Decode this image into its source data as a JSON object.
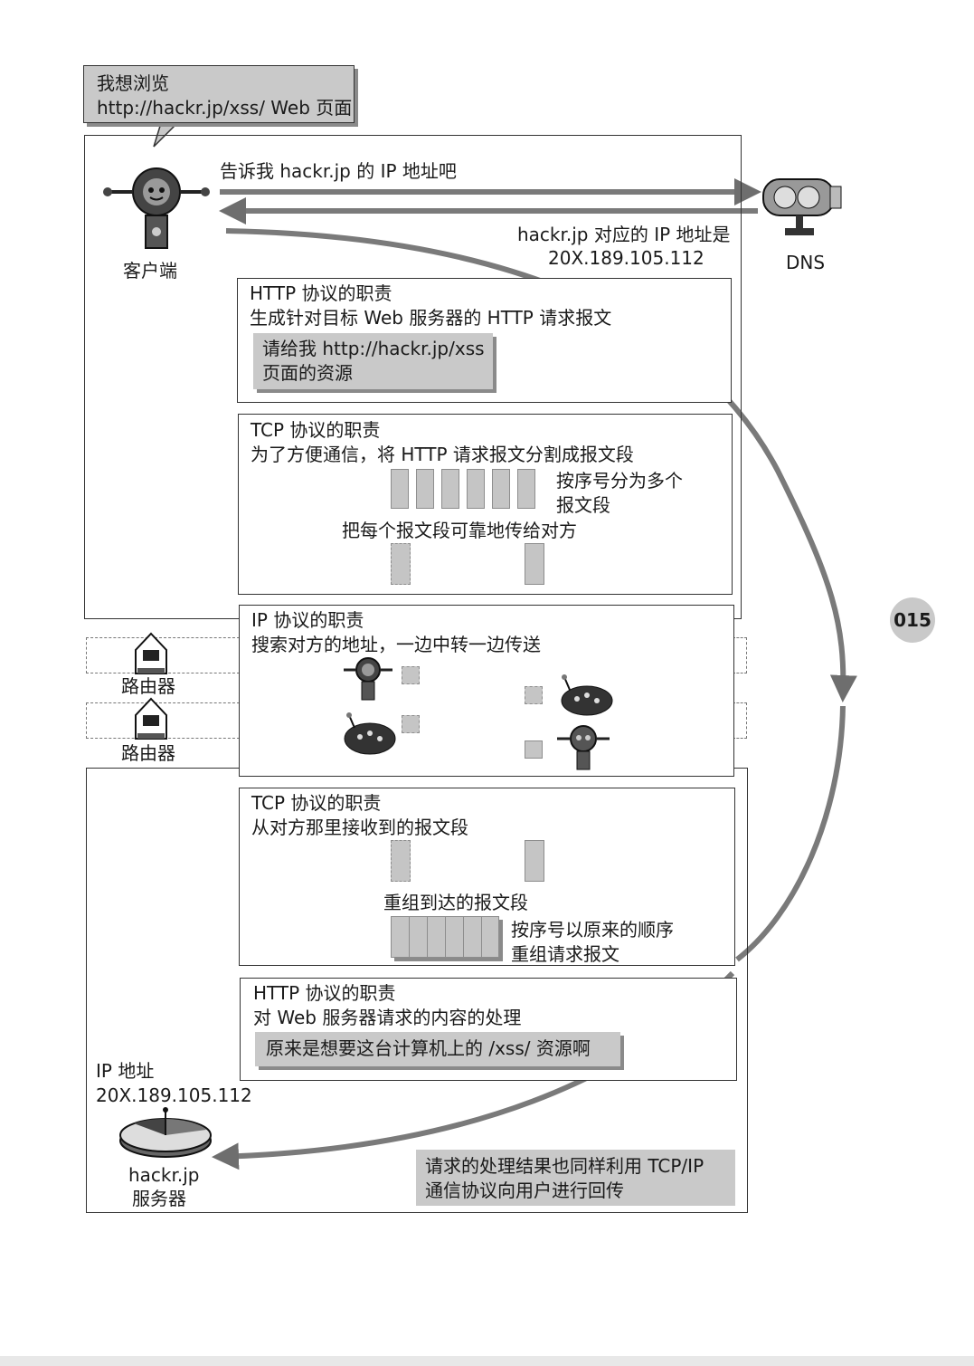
{
  "speech_bubble": {
    "line1": "我想浏览",
    "line2": "http://hackr.jp/xss/ Web 页面"
  },
  "client_label": "客户端",
  "dns_label": "DNS",
  "dns_request": "告诉我 hackr.jp 的 IP 地址吧",
  "dns_response": {
    "line1": "hackr.jp 对应的 IP 地址是",
    "line2": "20X.189.105.112"
  },
  "http_client": {
    "title": "HTTP 协议的职责",
    "desc": "生成针对目标 Web 服务器的 HTTP 请求报文",
    "request": {
      "line1": "请给我 http://hackr.jp/xss",
      "line2": "页面的资源"
    }
  },
  "tcp_client": {
    "title": "TCP 协议的职责",
    "desc": "为了方便通信，将 HTTP 请求报文分割成报文段",
    "seq_note": {
      "line1": "按序号分为多个",
      "line2": "报文段"
    },
    "reliable": "把每个报文段可靠地传给对方"
  },
  "ip_layer": {
    "title": "IP 协议的职责",
    "desc": "搜索对方的地址，一边中转一边传送"
  },
  "routers": [
    {
      "label": "路由器"
    },
    {
      "label": "路由器"
    }
  ],
  "tcp_server": {
    "title": "TCP 协议的职责",
    "desc": "从对方那里接收到的报文段",
    "reassemble": "重组到达的报文段",
    "order_note": {
      "line1": "按序号以原来的顺序",
      "line2": "重组请求报文"
    }
  },
  "http_server": {
    "title": "HTTP 协议的职责",
    "desc": "对 Web 服务器请求的内容的处理",
    "note": "原来是想要这台计算机上的 /xss/ 资源啊"
  },
  "server_ip": {
    "label": "IP 地址",
    "value": "20X.189.105.112"
  },
  "server_name": {
    "line1": "hackr.jp",
    "line2": "服务器"
  },
  "result_note": {
    "line1": "请求的处理结果也同样利用 TCP/IP",
    "line2": "通信协议向用户进行回传"
  },
  "page_number": "015"
}
